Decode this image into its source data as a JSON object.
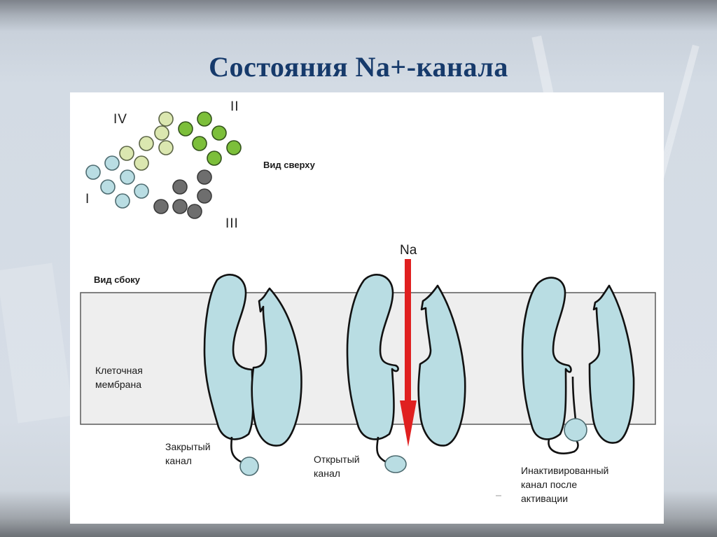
{
  "slide": {
    "title": "Состояния Na+-канала"
  },
  "top_view": {
    "label": "Вид сверху",
    "domains": [
      {
        "numeral": "I",
        "color": "#b9dde3"
      },
      {
        "numeral": "II",
        "color": "#7cbf3a"
      },
      {
        "numeral": "III",
        "color": "#6e6e6e"
      },
      {
        "numeral": "IV",
        "color": "#dbe7b0"
      }
    ]
  },
  "side_view": {
    "label": "Вид сбоку",
    "membrane_label_line1": "Клеточная",
    "membrane_label_line2": "мембрана",
    "ion_label": "Na",
    "channels": [
      {
        "state": "closed",
        "label_line1": "Закрытый",
        "label_line2": "канал"
      },
      {
        "state": "open",
        "label_line1": "Открытый",
        "label_line2": "канал"
      },
      {
        "state": "inactivated",
        "label_line1": "Инактивированный",
        "label_line2": "канал после",
        "label_line3": "активации"
      }
    ]
  },
  "colors": {
    "title": "#163a6b",
    "protein_fill": "#b9dde3",
    "membrane_fill": "#eeeeee",
    "arrow": "#e02020"
  }
}
